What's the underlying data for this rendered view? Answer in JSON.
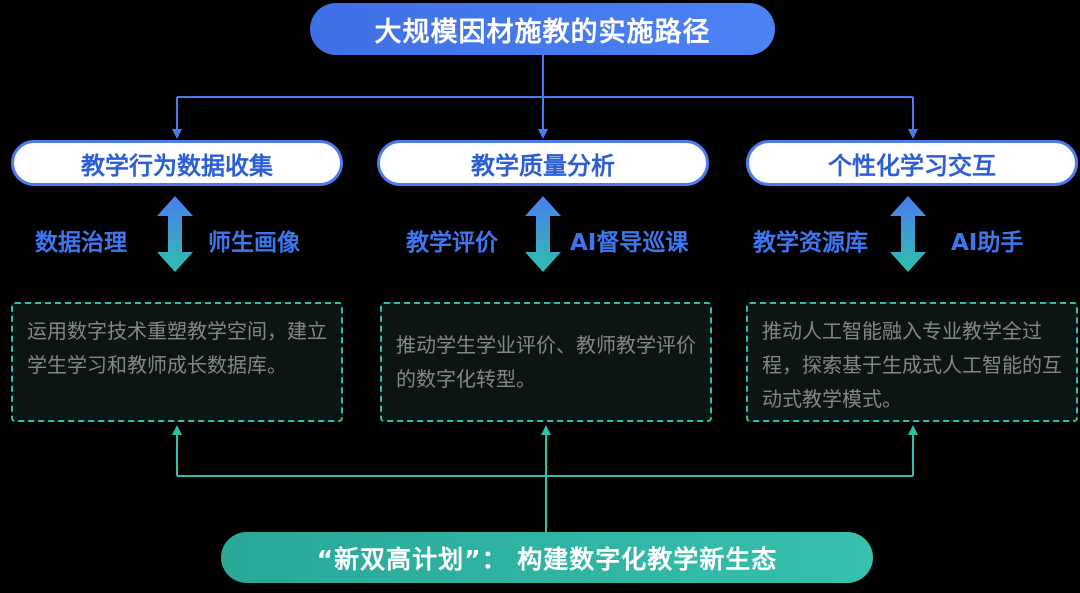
{
  "title": "大规模因材施教的实施路径",
  "columns": [
    {
      "header": "教学行为数据收集",
      "left_label": "数据治理",
      "right_label": "师生画像",
      "description": "运用数字技术重塑教学空间，建立学生学习和教师成长数据库。"
    },
    {
      "header": "教学质量分析",
      "left_label": "教学评价",
      "right_label": "AI督导巡课",
      "description": "推动学生学业评价、教师教学评价的数字化转型。"
    },
    {
      "header": "个性化学习交互",
      "left_label": "教学资源库",
      "right_label": "AI助手",
      "description": "推动人工智能融入专业教学全过程，探索基于生成式人工智能的互动式教学模式。"
    }
  ],
  "footer": "“新双高计划”： 构建数字化教学新生态",
  "colors": {
    "blue_accent": "#4a7cf0",
    "teal_accent": "#2fc0ab",
    "background": "#000000"
  }
}
